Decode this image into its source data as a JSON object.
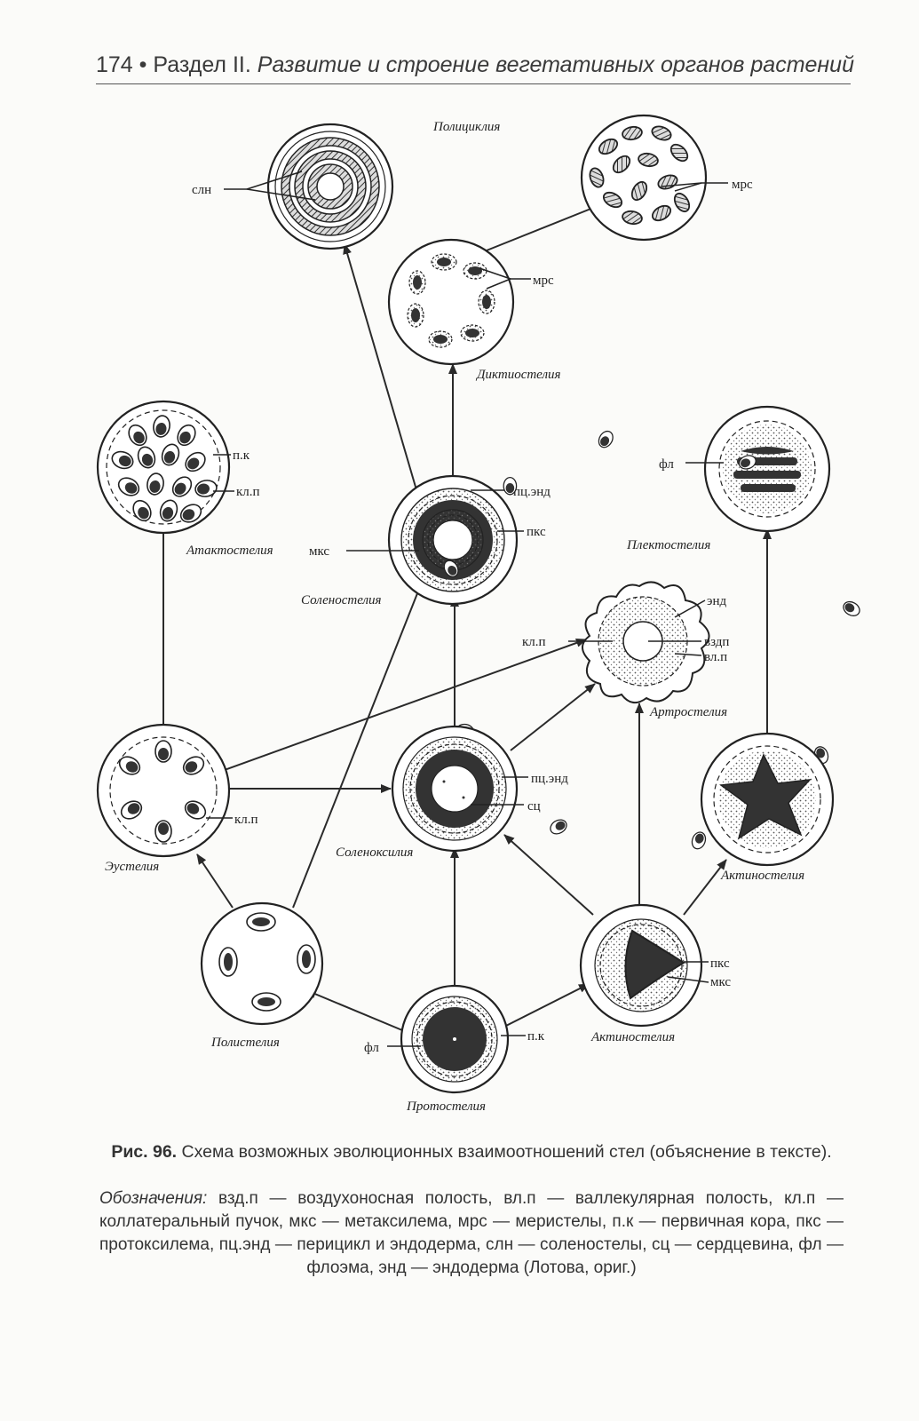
{
  "header": {
    "page_number": "174",
    "bullet": "•",
    "section": "Раздел II.",
    "title": "Развитие и строение вегетативных органов растений"
  },
  "diagram": {
    "names": {
      "polycyclia": "Полициклия",
      "dictyostelia": "Диктиостелия",
      "atactostelia": "Атактостелия",
      "solenostelia": "Соленостелия",
      "plectostelia": "Плектостелия",
      "arthrostelia": "Артростелия",
      "eustelia": "Эустелия",
      "solenoxylia": "Соленоксилия",
      "actinostelia_upper": "Актиностелия",
      "polystelia": "Полистелия",
      "actinostelia_lower": "Актиностелия",
      "protostelia": "Протостелия"
    },
    "labels": {
      "sln": "слн",
      "mrs_top": "мрс",
      "mrs_dict": "мрс",
      "pk_atact": "п.к",
      "klp_atact": "кл.п",
      "mks_sol": "мкс",
      "pcend_sol": "пц.энд",
      "pks_sol": "пкс",
      "fl_plect": "фл",
      "end_arth": "энд",
      "klp_arth": "кл.п",
      "vzdp_arth": "вздп",
      "vlp_arth": "вл.п",
      "klp_eu": "кл.п",
      "pcend_solx": "пц.энд",
      "sc_solx": "сц",
      "pks_act": "пкс",
      "mks_act": "мкс",
      "fl_proto": "фл",
      "pk_proto": "п.к"
    }
  },
  "caption": {
    "fig_label": "Рис. 96.",
    "text": "Схема возможных эволюционных взаимоотношений стел (объяснение в тексте)."
  },
  "legend": {
    "title": "Обозначения:",
    "text": "взд.п — воздухоносная полость, вл.п — валлекулярная полость, кл.п — коллатеральный пучок, мкс — метаксилема, мрс — меристелы, п.к — первичная кора, пкс — протоксилема, пц.энд — перицикл и эндодерма, слн — соленостелы, сц — сердцевина, фл — флоэма, энд — эндодерма (Лотова, ориг.)"
  }
}
